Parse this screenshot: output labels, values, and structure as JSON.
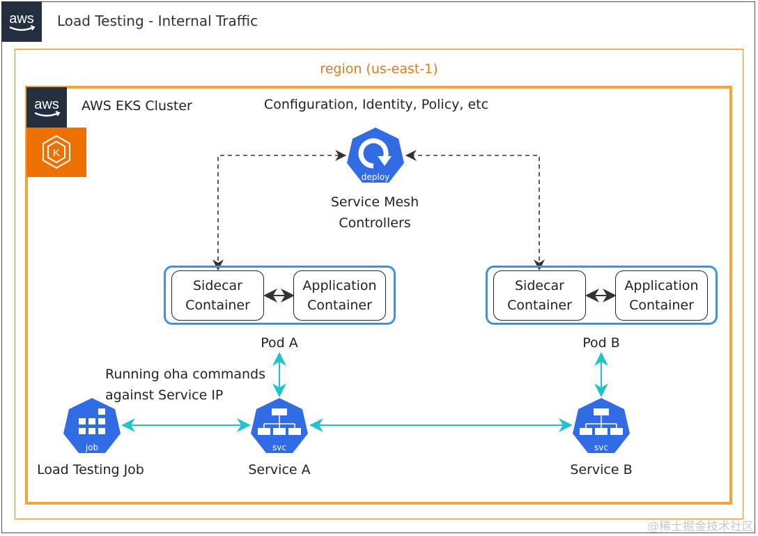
{
  "header": {
    "title": "Load Testing - Internal Traffic",
    "logo": "aws-logo"
  },
  "region": {
    "label": "region (us-east-1)",
    "color": "#e8821e"
  },
  "cluster": {
    "label": "AWS EKS Cluster",
    "color": "#f5a43a",
    "logo": "aws-logo",
    "icon": "eks-icon"
  },
  "control_plane": {
    "caption": "Configuration, Identity, Policy, etc",
    "icon_label": "deploy",
    "name_line1": "Service Mesh",
    "name_line2": "Controllers"
  },
  "pods": [
    {
      "name": "Pod A",
      "sidecar": [
        "Sidecar",
        "Container"
      ],
      "app": [
        "Application",
        "Container"
      ]
    },
    {
      "name": "Pod B",
      "sidecar": [
        "Sidecar",
        "Container"
      ],
      "app": [
        "Application",
        "Container"
      ]
    }
  ],
  "services": [
    {
      "name": "Service A",
      "icon_label": "svc"
    },
    {
      "name": "Service B",
      "icon_label": "svc"
    }
  ],
  "job": {
    "name": "Load Testing Job",
    "icon_label": "job",
    "annotation_line1": "Running oha commands",
    "annotation_line2": "against Service IP"
  },
  "colors": {
    "k8s_blue": "#326ce5",
    "traffic": "#1fc3cc",
    "control": "#333333",
    "pod_border": "#3b92df"
  },
  "watermark": "@稀土掘金技术社区"
}
